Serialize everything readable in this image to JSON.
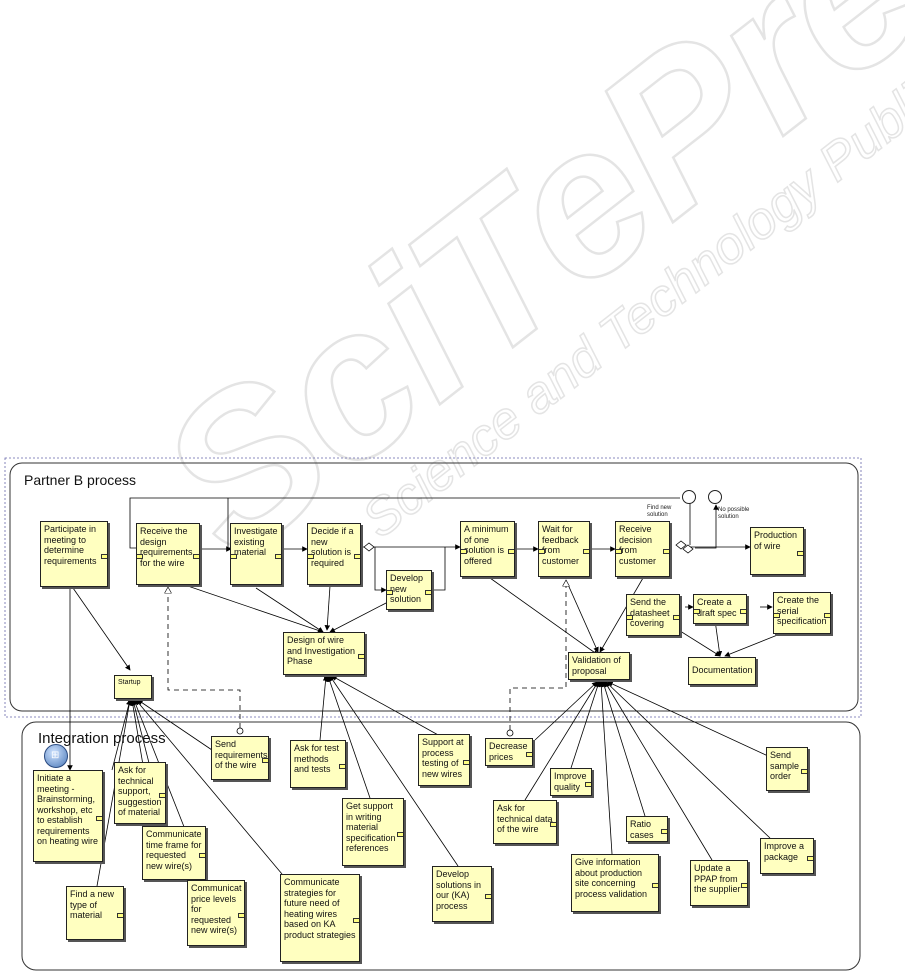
{
  "watermark": {
    "primary": "SciTePress",
    "secondary": "Science and Technology Publications"
  },
  "lanes": {
    "partner_b": "Partner B process",
    "integration": "Integration process"
  },
  "events": {
    "find_new_solution": "Find new solution",
    "no_possible_solution": "No possible solution"
  },
  "boxes": {
    "participate": "Participate in meeting to determine requirements",
    "receive_design": "Receive the design requirements for the wire",
    "investigate": "Investigate existing material",
    "decide": "Decide if a new solution is required",
    "develop_new": "Develop new solution",
    "minimum": "A minimum of one solution is offered",
    "wait_feedback": "Wait for feedback from customer",
    "receive_decision": "Receive decision from customer",
    "production": "Production of wire",
    "design_phase": "Design of wire and Investigation Phase",
    "send_datasheet": "Send the datasheet covering",
    "draft_spec": "Create a draft spec",
    "serial_spec": "Create the serial specification",
    "documentation": "Documentation",
    "validation": "Validation of proposal",
    "startup": "Startup",
    "initiate": "Initiate a meeting - Brainstorming, workshop, etc to establish requirements on heating wire",
    "ask_tech_support": "Ask for technical support, suggestion of material",
    "send_req": "Send requirements of the wire",
    "ask_test": "Ask for test methods and tests",
    "support_process": "Support at process testing of new wires",
    "decrease_prices": "Decrease prices",
    "send_sample": "Send sample order",
    "improve_quality": "Improve quality",
    "comm_time": "Communicate time frame for requested new wire(s)",
    "get_support": "Get support in writing material specification references",
    "ask_tech_data": "Ask for technical data of the wire",
    "ratio_cases": "Ratio cases",
    "improve_package": "Improve a package",
    "comm_price": "Communicat price levels for requested new wire(s)",
    "develop_ka": "Develop solutions in our (KA) process",
    "give_info": "Give information about production site concerning process validation",
    "update_ppap": "Update a PPAP from the supplier",
    "find_material": "Find a new type of material",
    "comm_strategies": "Communicate strategies for future need of heating wires based on KA product strategies"
  },
  "colors": {
    "box_fill": "#ffffc0",
    "lane_border": "#333333",
    "outer_border": "#6666aa",
    "watermark": "#e6e6e6"
  }
}
